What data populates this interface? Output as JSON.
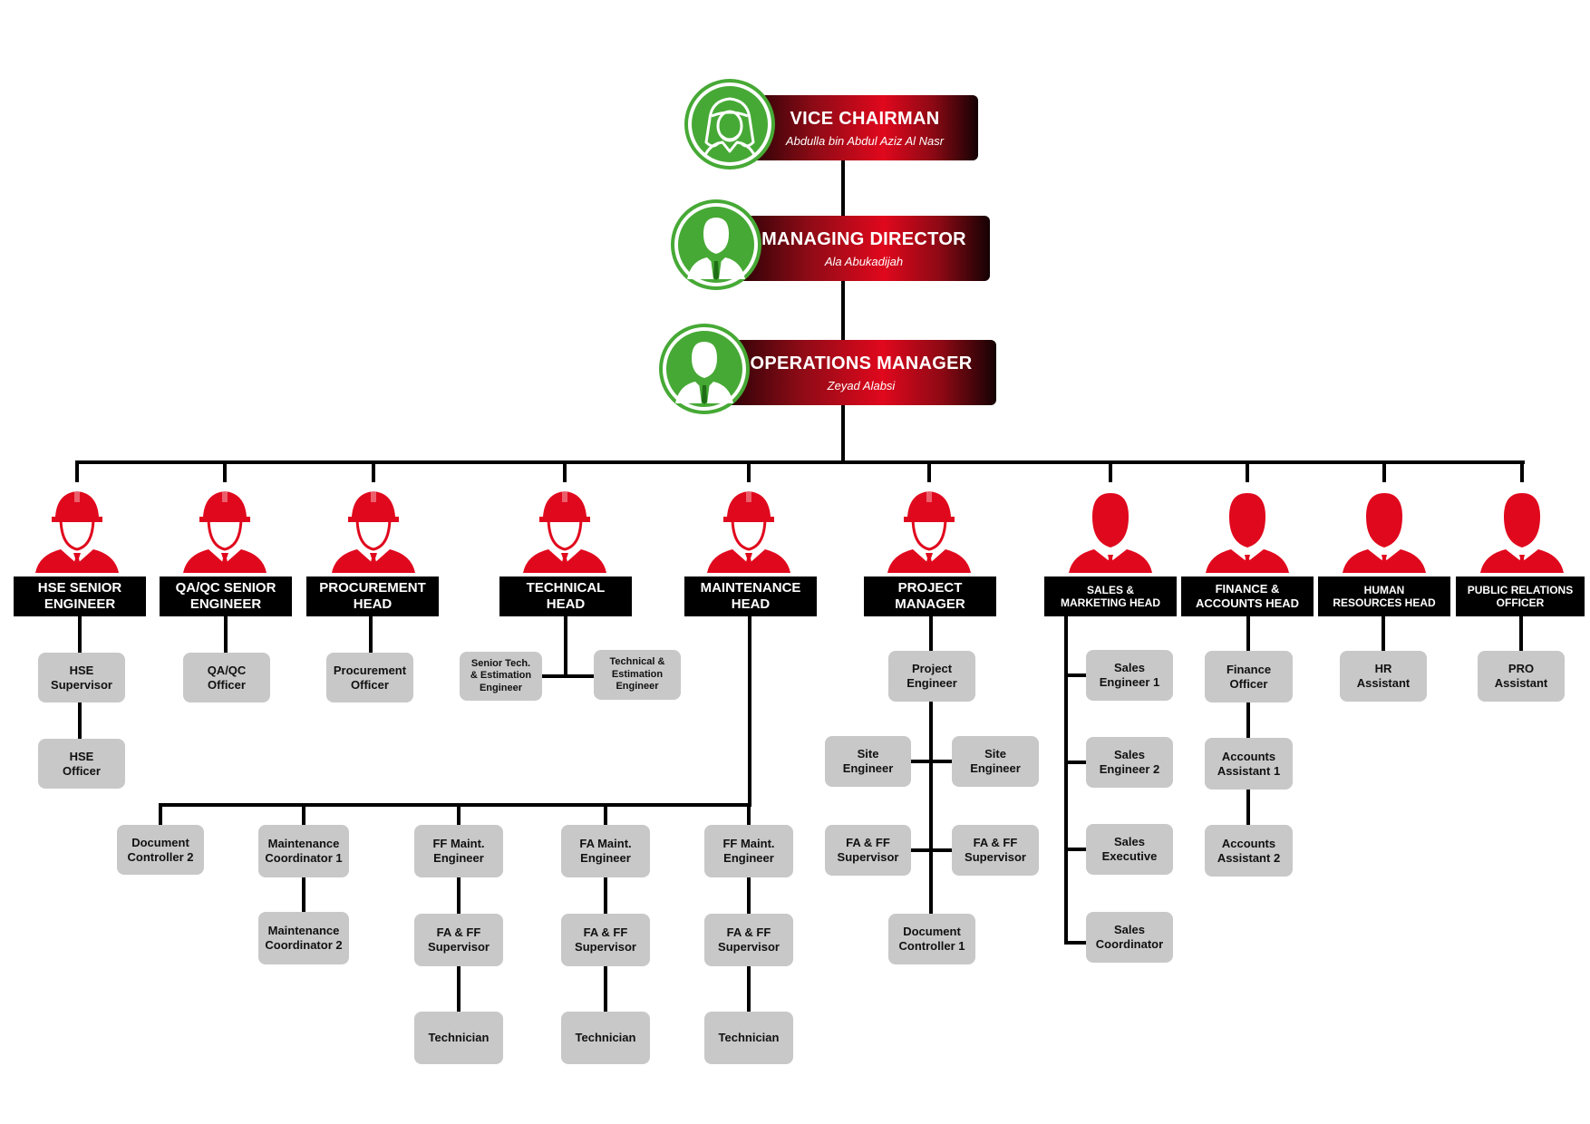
{
  "executives": [
    {
      "title": "VICE CHAIRMAN",
      "name": "Abdulla bin Abdul Aziz Al Nasr",
      "icon": "arab-man-icon"
    },
    {
      "title": "MANAGING DIRECTOR",
      "name": "Ala Abukadijah",
      "icon": "businessman-icon"
    },
    {
      "title": "OPERATIONS MANAGER",
      "name": "Zeyad Alabsi",
      "icon": "businessman-icon"
    }
  ],
  "departments": [
    {
      "label": "HSE SENIOR\nENGINEER",
      "icon": "engineer-helmet-icon"
    },
    {
      "label": "QA/QC SENIOR\nENGINEER",
      "icon": "engineer-helmet-icon"
    },
    {
      "label": "PROCUREMENT\nHEAD",
      "icon": "engineer-helmet-icon"
    },
    {
      "label": "TECHNICAL\nHEAD",
      "icon": "engineer-helmet-icon"
    },
    {
      "label": "MAINTENANCE\nHEAD",
      "icon": "engineer-helmet-icon"
    },
    {
      "label": "PROJECT\nMANAGER",
      "icon": "engineer-helmet-icon"
    },
    {
      "label": "SALES &\nMARKETING HEAD",
      "icon": "manager-icon"
    },
    {
      "label": "FINANCE &\nACCOUNTS HEAD",
      "icon": "manager-icon"
    },
    {
      "label": "HUMAN\nRESOURCES HEAD",
      "icon": "manager-icon"
    },
    {
      "label": "PUBLIC RELATIONS\nOFFICER",
      "icon": "manager-icon"
    }
  ],
  "staff": {
    "hse": [
      "HSE\nSupervisor",
      "HSE\nOfficer"
    ],
    "qaqc": [
      "QA/QC\nOfficer"
    ],
    "procurement": [
      "Procurement\nOfficer"
    ],
    "technical": [
      "Senior Tech.\n& Estimation\nEngineer",
      "Technical &\nEstimation\nEngineer"
    ],
    "maintenance": [
      "Document\nController 2",
      "Maintenance\nCoordinator 1",
      "Maintenance\nCoordinator 2",
      "FF Maint.\nEngineer",
      "FA & FF\nSupervisor",
      "Technician",
      "FA Maint.\nEngineer",
      "FA & FF\nSupervisor",
      "Technician",
      "FF Maint.\nEngineer",
      "FA & FF\nSupervisor",
      "Technician"
    ],
    "project": [
      "Project\nEngineer",
      "Site\nEngineer",
      "Site\nEngineer",
      "FA & FF\nSupervisor",
      "FA & FF\nSupervisor",
      "Document\nController 1"
    ],
    "sales": [
      "Sales\nEngineer 1",
      "Sales\nEngineer 2",
      "Sales\nExecutive",
      "Sales\nCoordinator"
    ],
    "finance": [
      "Finance\nOfficer",
      "Accounts\nAssistant 1",
      "Accounts\nAssistant 2"
    ],
    "hr": [
      "HR\nAssistant"
    ],
    "pr": [
      "PRO\nAssistant"
    ]
  },
  "colors": {
    "accent_red": "#e0081d",
    "exec_green": "#46a935",
    "label_black": "#000000",
    "box_gray": "#c8c8c8",
    "line_black": "#000000"
  }
}
